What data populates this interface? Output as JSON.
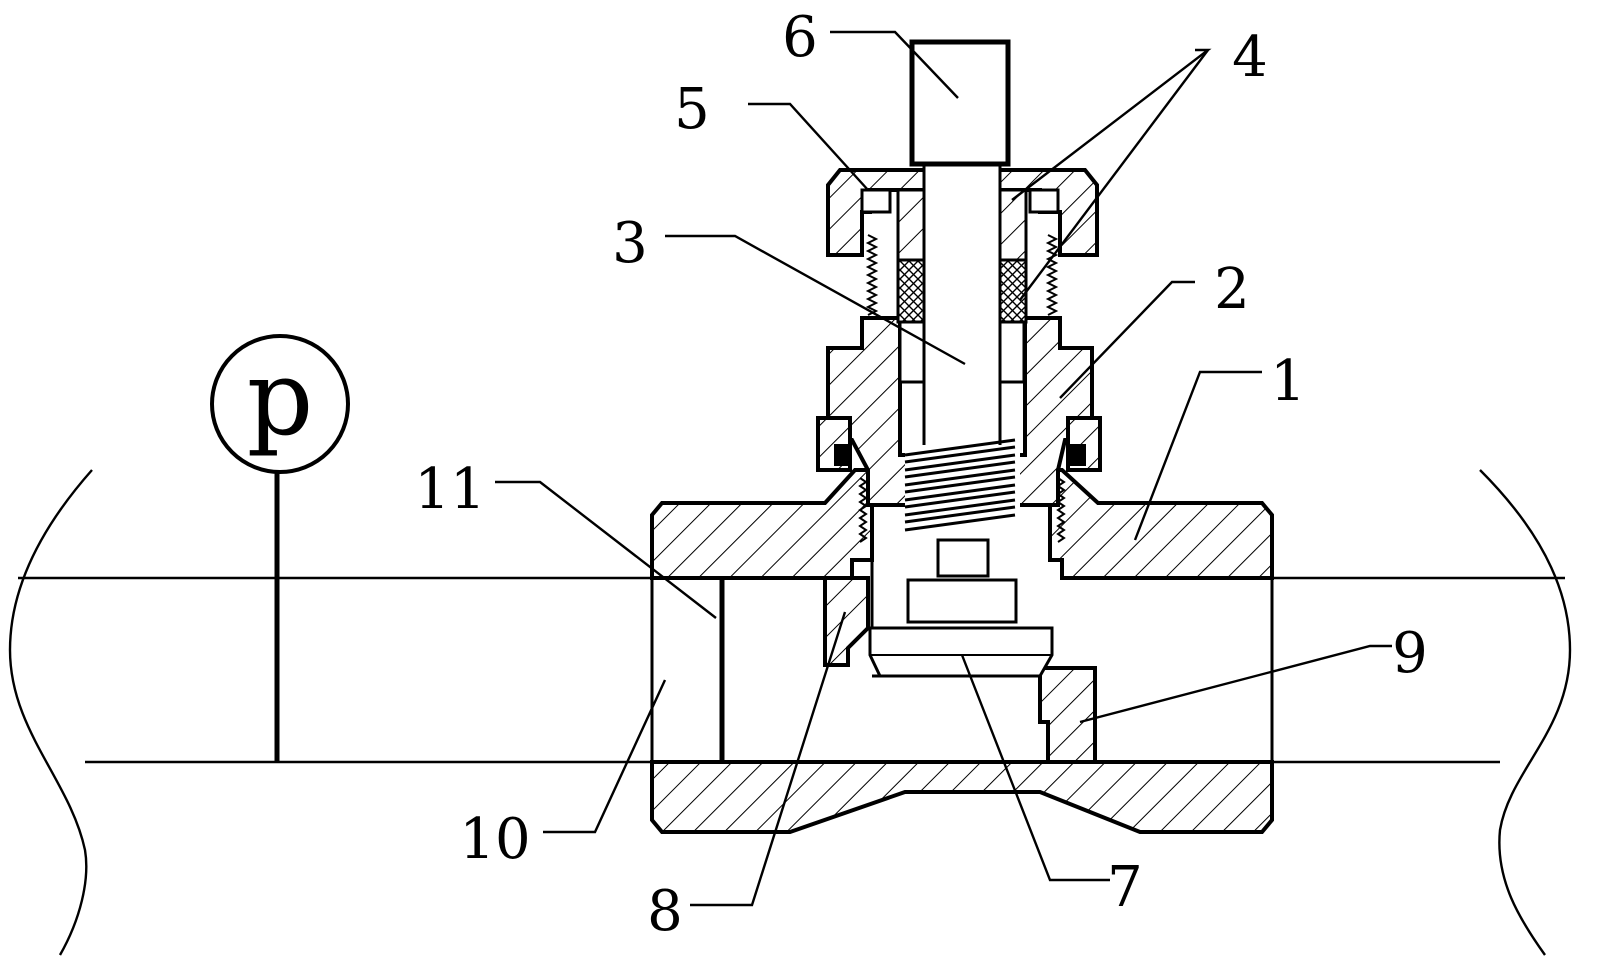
{
  "diagram": {
    "gauge_label": "p",
    "callouts": [
      {
        "id": "1",
        "text": "1"
      },
      {
        "id": "2",
        "text": "2"
      },
      {
        "id": "3",
        "text": "3"
      },
      {
        "id": "4",
        "text": "4"
      },
      {
        "id": "5",
        "text": "5"
      },
      {
        "id": "6",
        "text": "6"
      },
      {
        "id": "7",
        "text": "7"
      },
      {
        "id": "8",
        "text": "8"
      },
      {
        "id": "9",
        "text": "9"
      },
      {
        "id": "10",
        "text": "10"
      },
      {
        "id": "11",
        "text": "11"
      }
    ]
  }
}
